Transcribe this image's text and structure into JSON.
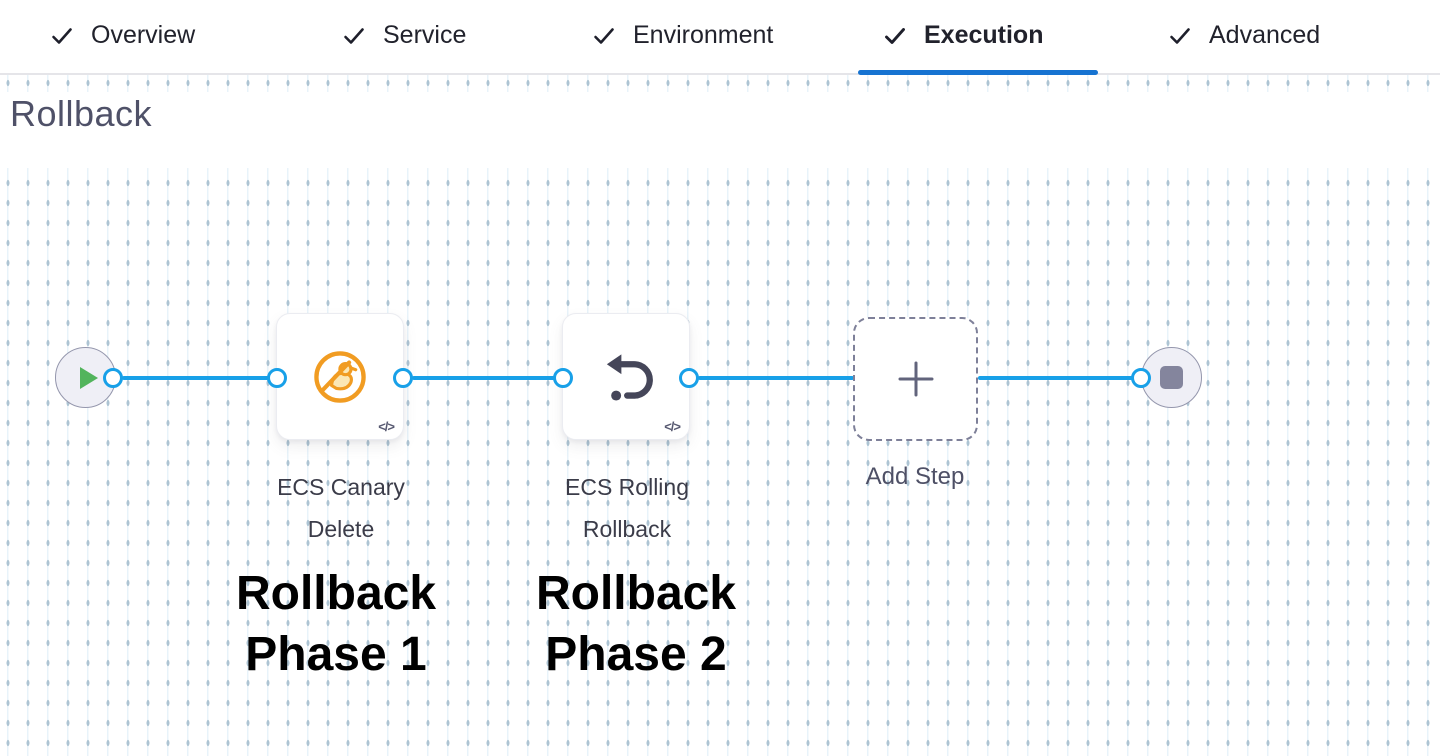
{
  "colors": {
    "accent_blue": "#1673d1",
    "connector_blue": "#18a0e8",
    "success_green": "#52b45c",
    "canary_orange": "#f19c22",
    "canary_fill": "#fbe7b5",
    "icon_slate": "#454659",
    "node_fill": "#efeff6",
    "node_border": "#9597ad",
    "heading_gray": "#4f5168",
    "annotation_black": "#000000"
  },
  "tab_bar": {
    "items": [
      {
        "label": "Overview",
        "completed": true,
        "active": false
      },
      {
        "label": "Service",
        "completed": true,
        "active": false
      },
      {
        "label": "Environment",
        "completed": true,
        "active": false
      },
      {
        "label": "Execution",
        "completed": true,
        "active": true
      },
      {
        "label": "Advanced",
        "completed": true,
        "active": false
      }
    ]
  },
  "canvas": {
    "heading": "Rollback",
    "steps": [
      {
        "label_line1": "ECS Canary",
        "label_line2": "Delete",
        "icon": "ecs-canary-delete-icon",
        "code_badge": "</>",
        "annotation_line1": "Rollback",
        "annotation_line2": "Phase 1"
      },
      {
        "label_line1": "ECS Rolling",
        "label_line2": "Rollback",
        "icon": "ecs-rolling-rollback-icon",
        "code_badge": "</>",
        "annotation_line1": "Rollback",
        "annotation_line2": "Phase 2"
      }
    ],
    "add_step": {
      "label": "Add Step"
    }
  }
}
